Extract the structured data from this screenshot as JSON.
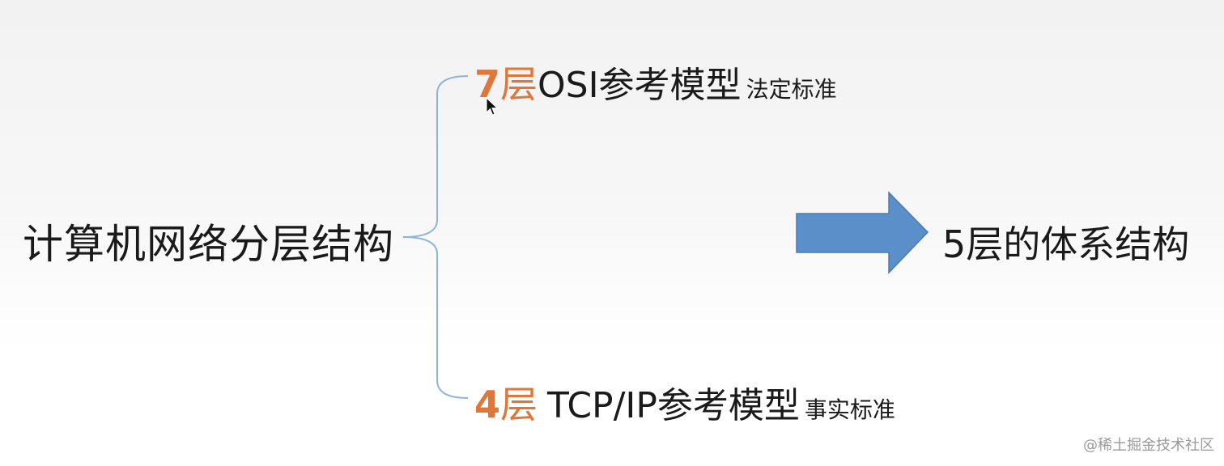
{
  "root": {
    "label": "计算机网络分层结构"
  },
  "branches": [
    {
      "layer_count": "7",
      "layer_unit": "层",
      "model_name": "OSI参考模型",
      "tag": "法定标准"
    },
    {
      "layer_count": "4",
      "layer_unit": "层",
      "model_name": "TCP/IP参考模型",
      "tag": "事实标准"
    }
  ],
  "result": {
    "label": "5层的体系结构"
  },
  "watermark": {
    "text": "@稀土掘金技术社区"
  },
  "colors": {
    "accent": "#e0773a",
    "brace": "#8fb4dc",
    "arrow": "#5b8fc9",
    "arrow_border": "#4a7bb0"
  }
}
